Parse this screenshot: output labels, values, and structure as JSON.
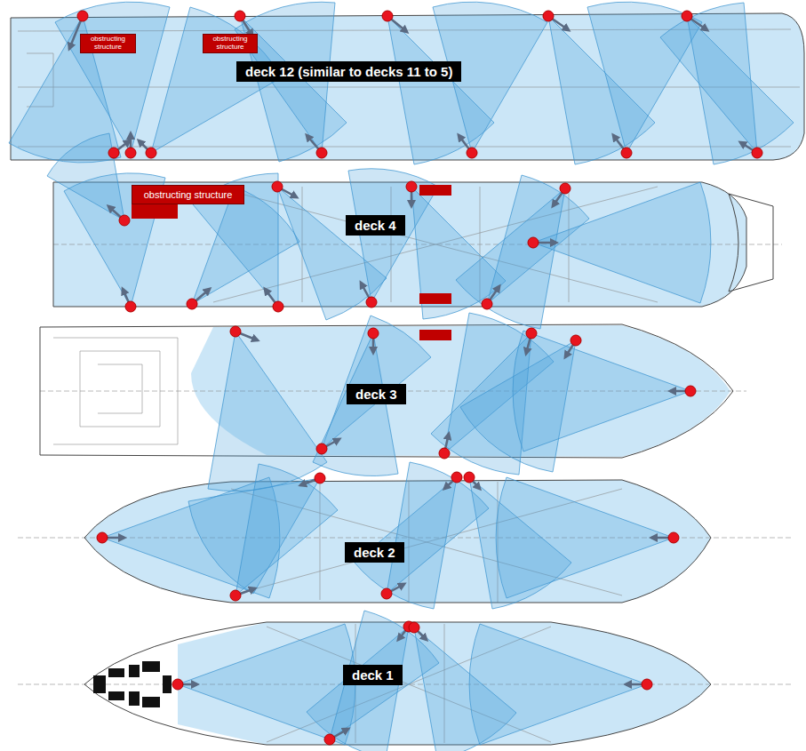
{
  "diagram": {
    "nodes": [
      {
        "text": [
          "obstructing structure"
        ]
      },
      {
        "text": [
          "obstructing structure"
        ]
      },
      {
        "text": [
          "deck 12 (similar to decks 11 to 5)"
        ]
      },
      {
        "text": [
          "obstructing structure"
        ]
      },
      {
        "text": [
          "deck 4"
        ]
      },
      {
        "text": [
          "deck 3"
        ]
      },
      {
        "text": [
          "deck 2"
        ]
      },
      {
        "text": [
          "deck 1"
        ]
      }
    ]
  }
}
